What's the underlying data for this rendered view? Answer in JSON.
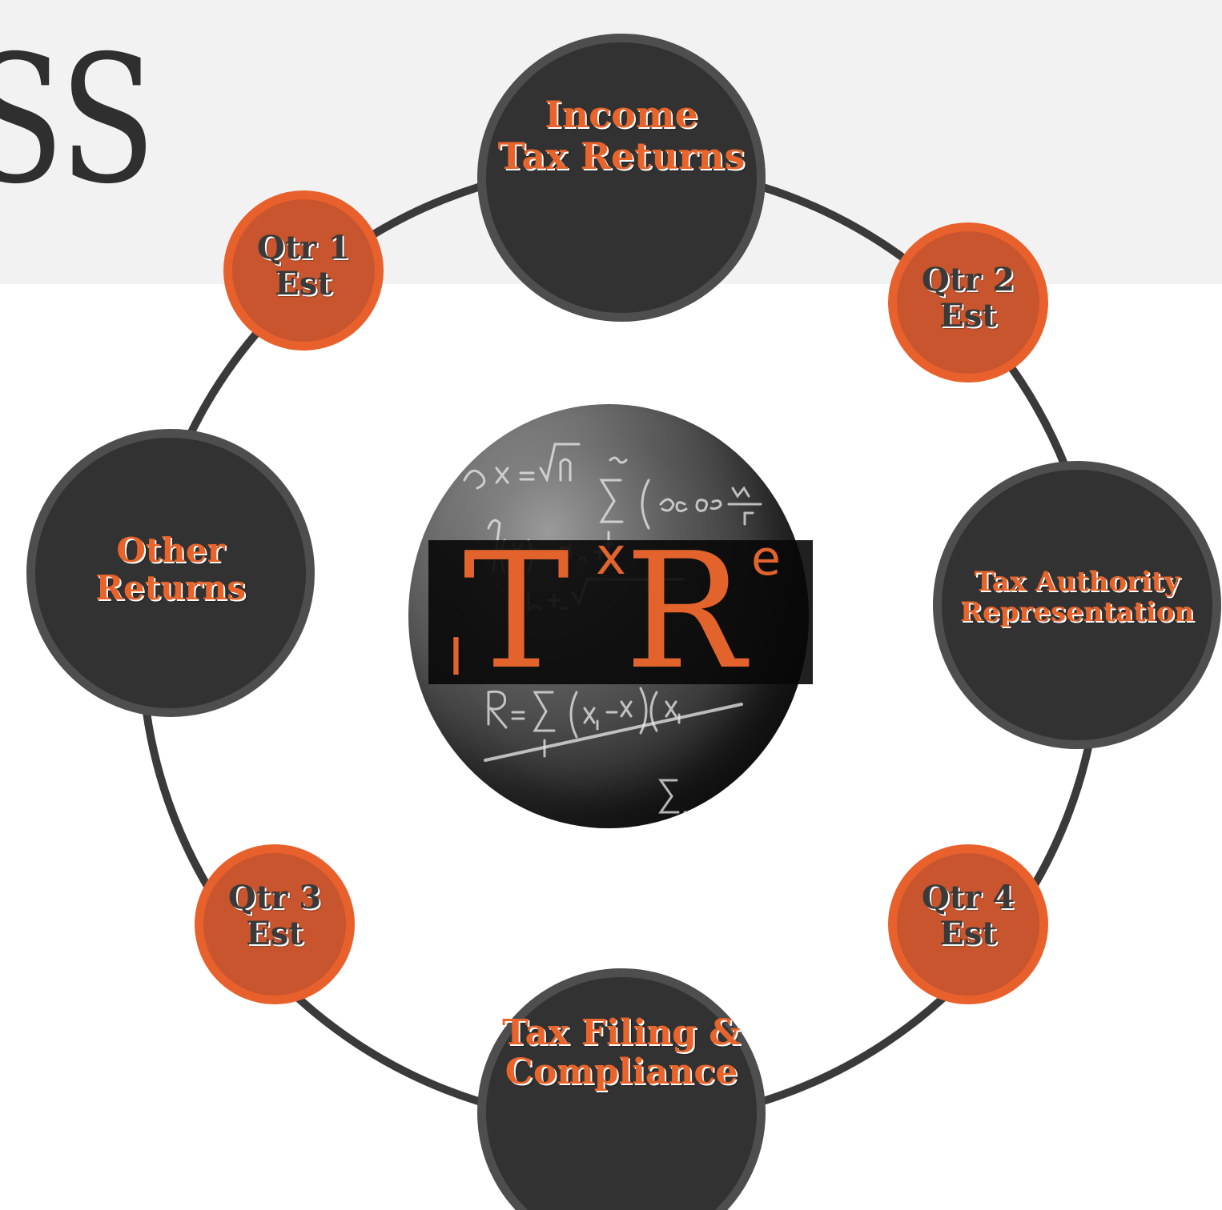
{
  "heading_fragment": "SS",
  "cycle": {
    "nodes": [
      {
        "id": "income-tax-returns",
        "label": "Income\nTax Returns",
        "style": "dark"
      },
      {
        "id": "qtr-2-est",
        "label": "Qtr 2\nEst",
        "style": "orange"
      },
      {
        "id": "tax-authority-representation",
        "label": "Tax Authority\nRepresentation",
        "style": "dark"
      },
      {
        "id": "qtr-4-est",
        "label": "Qtr 4\nEst",
        "style": "orange"
      },
      {
        "id": "tax-filing-compliance",
        "label": "Tax Filing &\nCompliance",
        "style": "dark"
      },
      {
        "id": "qtr-3-est",
        "label": "Qtr 3\nEst",
        "style": "orange"
      },
      {
        "id": "other-returns",
        "label": "Other\nReturns",
        "style": "dark"
      },
      {
        "id": "qtr-1-est",
        "label": "Qtr 1\nEst",
        "style": "orange"
      }
    ]
  },
  "logo": {
    "letters": {
      "i": "I",
      "t": "T",
      "x": "x",
      "r": "R",
      "e": "e"
    }
  },
  "colors": {
    "accent_orange": "#e8612c",
    "dark_node": "#323232",
    "dark_node_border": "#4e4e4e",
    "ring": "#3a3a3a",
    "header_band": "#f2f2f2"
  }
}
